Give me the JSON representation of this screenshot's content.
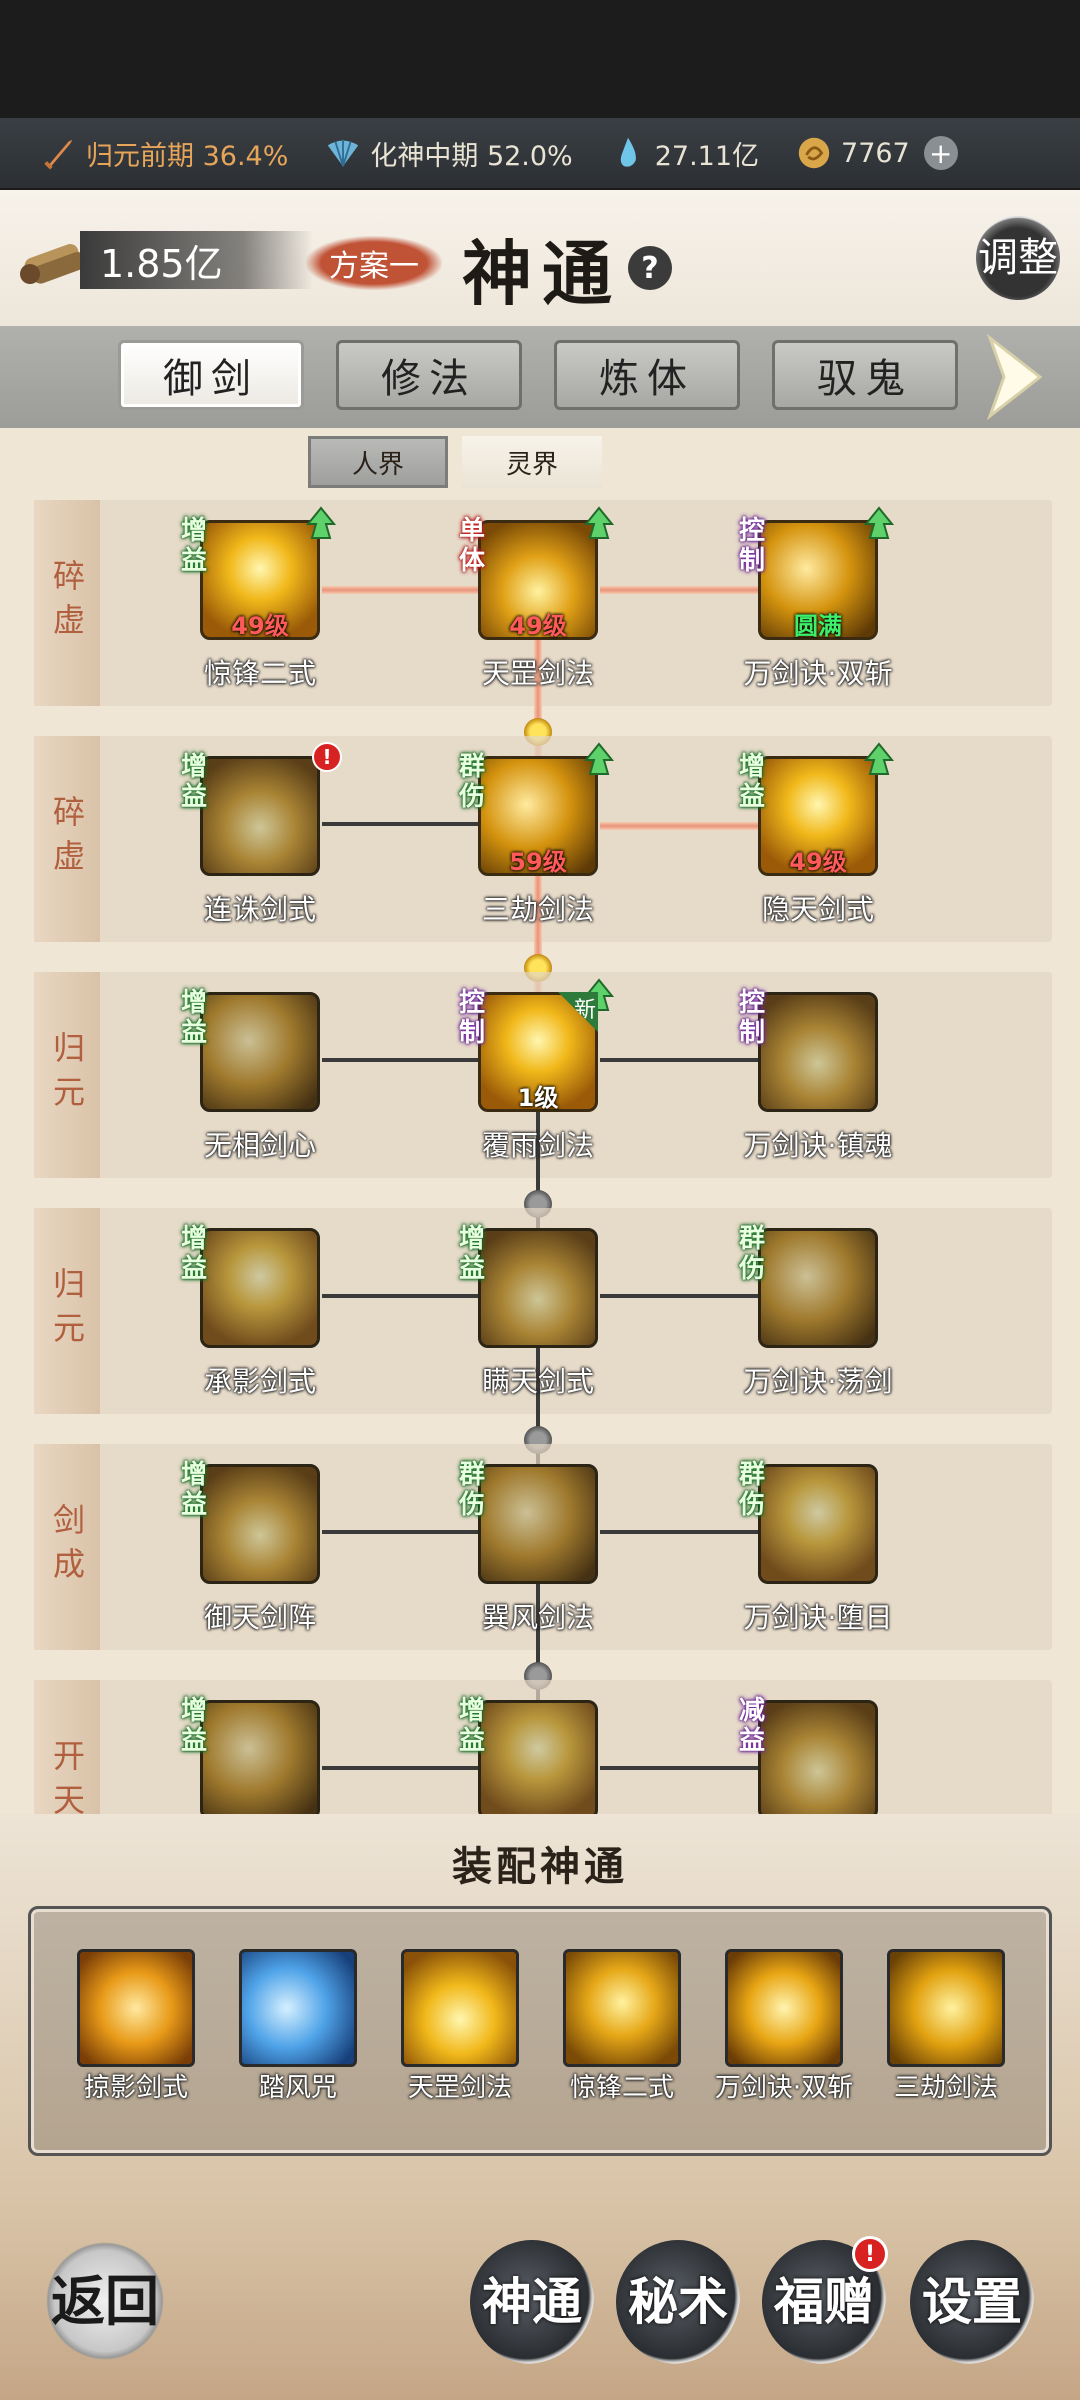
{
  "resources": [
    {
      "icon": "sword-icon",
      "label": "归元前期 36.4%",
      "highlight": true
    },
    {
      "icon": "fan-icon",
      "label": "化神中期 52.0%",
      "highlight": false
    },
    {
      "icon": "water-drop-icon",
      "label": "27.11亿",
      "highlight": false
    },
    {
      "icon": "spirit-coin-icon",
      "label": "7767",
      "highlight": false
    }
  ],
  "header": {
    "scroll_amount": "1.85亿",
    "plan_label": "方案一",
    "title": "神通",
    "help": "?",
    "adjust_label": "调整"
  },
  "category_tabs": [
    "御剑",
    "修法",
    "炼体",
    "驭鬼"
  ],
  "active_category": "御剑",
  "realm_tabs": [
    "人界",
    "灵界"
  ],
  "active_realm": "人界",
  "tree_rows": [
    {
      "tier": "碎虚",
      "skills": [
        {
          "tag": "增益",
          "tag_color": "g",
          "name": "惊锋二式",
          "level": "49级",
          "level_color": "red",
          "upgrade": true
        },
        {
          "tag": "单体",
          "tag_color": "r",
          "name": "天罡剑法",
          "level": "49级",
          "level_color": "red",
          "upgrade": true
        },
        {
          "tag": "控制",
          "tag_color": "p",
          "name": "万剑诀·双斩",
          "level": "圆满",
          "level_color": "green",
          "upgrade": true
        }
      ]
    },
    {
      "tier": "碎虚",
      "skills": [
        {
          "tag": "增益",
          "tag_color": "g",
          "name": "连诛剑式",
          "level": "",
          "alert": true
        },
        {
          "tag": "群伤",
          "tag_color": "g",
          "name": "三劫剑法",
          "level": "59级",
          "level_color": "red",
          "upgrade": true
        },
        {
          "tag": "增益",
          "tag_color": "g",
          "name": "隐天剑式",
          "level": "49级",
          "level_color": "red",
          "upgrade": true
        }
      ]
    },
    {
      "tier": "归元",
      "skills": [
        {
          "tag": "增益",
          "tag_color": "g",
          "name": "无相剑心",
          "level": ""
        },
        {
          "tag": "控制",
          "tag_color": "p",
          "name": "覆雨剑法",
          "level": "1级",
          "level_color": "white",
          "upgrade": true,
          "new": "新"
        },
        {
          "tag": "控制",
          "tag_color": "p",
          "name": "万剑诀·镇魂",
          "level": ""
        }
      ]
    },
    {
      "tier": "归元",
      "skills": [
        {
          "tag": "增益",
          "tag_color": "g",
          "name": "承影剑式",
          "level": ""
        },
        {
          "tag": "增益",
          "tag_color": "g",
          "name": "瞒天剑式",
          "level": ""
        },
        {
          "tag": "群伤",
          "tag_color": "g",
          "name": "万剑诀·荡剑",
          "level": ""
        }
      ]
    },
    {
      "tier": "剑成",
      "skills": [
        {
          "tag": "增益",
          "tag_color": "g",
          "name": "御天剑阵",
          "level": ""
        },
        {
          "tag": "群伤",
          "tag_color": "g",
          "name": "巽风剑法",
          "level": ""
        },
        {
          "tag": "群伤",
          "tag_color": "g",
          "name": "万剑诀·堕日",
          "level": ""
        }
      ]
    },
    {
      "tier": "开天",
      "skills": [
        {
          "tag": "增益",
          "tag_color": "g",
          "name": "",
          "level": ""
        },
        {
          "tag": "增益",
          "tag_color": "g",
          "name": "",
          "level": ""
        },
        {
          "tag": "减益",
          "tag_color": "p",
          "name": "",
          "level": ""
        }
      ]
    }
  ],
  "equip": {
    "title": "装配神通",
    "slots": [
      "掠影剑式",
      "踏风咒",
      "天罡剑法",
      "惊锋二式",
      "万剑诀·双斩",
      "三劫剑法"
    ]
  },
  "nav": {
    "back": "返回",
    "items": [
      "神通",
      "秘术",
      "福赠",
      "设置"
    ],
    "alert": "!"
  }
}
